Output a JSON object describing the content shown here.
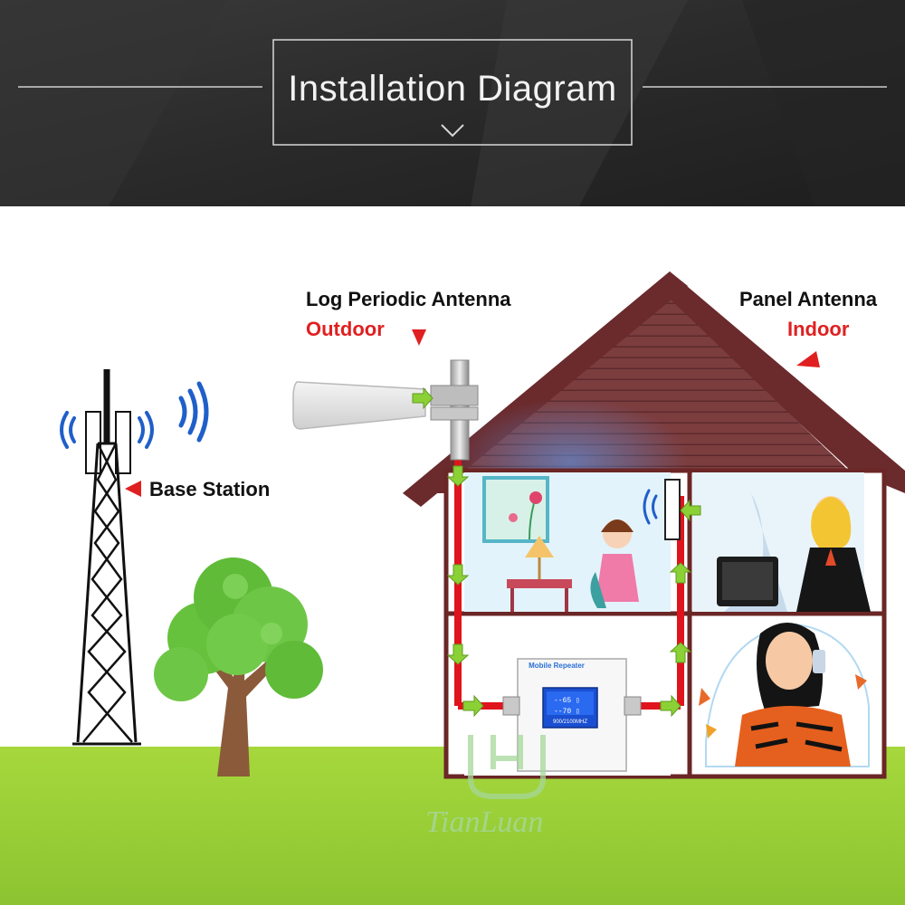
{
  "header": {
    "title": "Installation Diagram"
  },
  "labels": {
    "log_periodic_antenna": "Log Periodic Antenna",
    "outdoor": "Outdoor",
    "panel_antenna": "Panel Antenna",
    "indoor": "Indoor",
    "base_station": "Base Station"
  },
  "repeater": {
    "title": "Mobile Repeater",
    "band": "900/2100MHZ"
  },
  "watermark": {
    "brand": "TianLuan"
  },
  "colors": {
    "header_bg": "#2b2b2b",
    "roof": "#7a3a3c",
    "wall": "#6b2626",
    "cable": "#e0141c",
    "ground": "#9ed43a",
    "signal": "#1f5fc9",
    "arrow": "#8bd136",
    "label_red": "#e02020"
  },
  "icons": [
    "signal-wave-icon",
    "down-arrow-icon",
    "right-arrow-icon",
    "up-arrow-icon",
    "left-arrow-icon",
    "red-triangle-icon",
    "chevron-down-icon"
  ]
}
